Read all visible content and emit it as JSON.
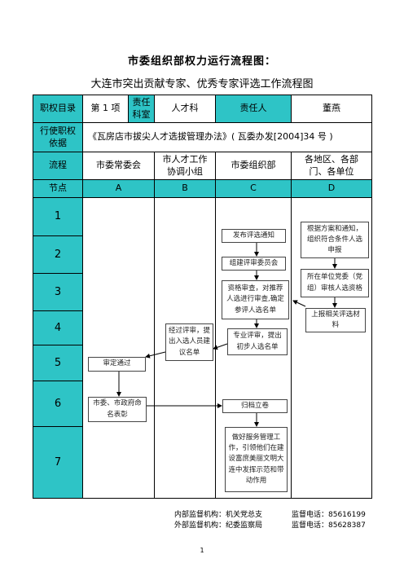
{
  "title_main": "市委组织部权力运行流程图：",
  "title_sub": "大连市突出贡献专家、优秀专家评选工作流程图",
  "header": {
    "label_catalog": "职权目录",
    "item_no": "第 1 项",
    "resp_dept_label": "责任科室",
    "resp_dept": "人才科",
    "resp_person_label": "责任人",
    "resp_person": "董燕"
  },
  "basis": {
    "label": "行使职权依据",
    "text": "《瓦房店市拔尖人才选拔管理办法》( 瓦委办发[2004]34 号 )"
  },
  "flow": {
    "label": "流程",
    "col_a": "市委常委会",
    "col_b": "市人才工作协调小组",
    "col_c": "市委组织部",
    "col_d": "各地区、各部门、各单位"
  },
  "nodes": {
    "label": "节点",
    "a": "A",
    "b": "B",
    "c": "C",
    "d": "D"
  },
  "rows": [
    "1",
    "2",
    "3",
    "4",
    "5",
    "6",
    "7"
  ],
  "steps": {
    "publish_notice": "发布评选通知",
    "recommend_by_plan": "根据方案和通知，组织符合条件人选申报",
    "form_committee": "组建评审委员会",
    "unit_review": "所在单位党委（党组）审核人选资格",
    "qualification_review": "资格审查，对推荐人选进行审查,确定参评人选名单",
    "submit_materials": "上报相关评选材料",
    "expert_review": "专业评审，提出初步人选名单",
    "propose_list": "经过评审，提出入选人员建议名单",
    "approve": "审定通过",
    "commend": "市委、市政府命名表彰",
    "archive": "归档立卷",
    "service": "做好服务管理工作，引领他们在建设富庶美丽文明大连中发挥示范和带动作用"
  },
  "footer": {
    "internal_label": "内部监督机构：机关党总支",
    "internal_phone": "监督电话：85616199",
    "external_label": "外部监督机构：纪委监察局",
    "external_phone": "监督电话：85628387"
  },
  "page_number": "1",
  "colors": {
    "header_teal": "#2ec4c6"
  }
}
